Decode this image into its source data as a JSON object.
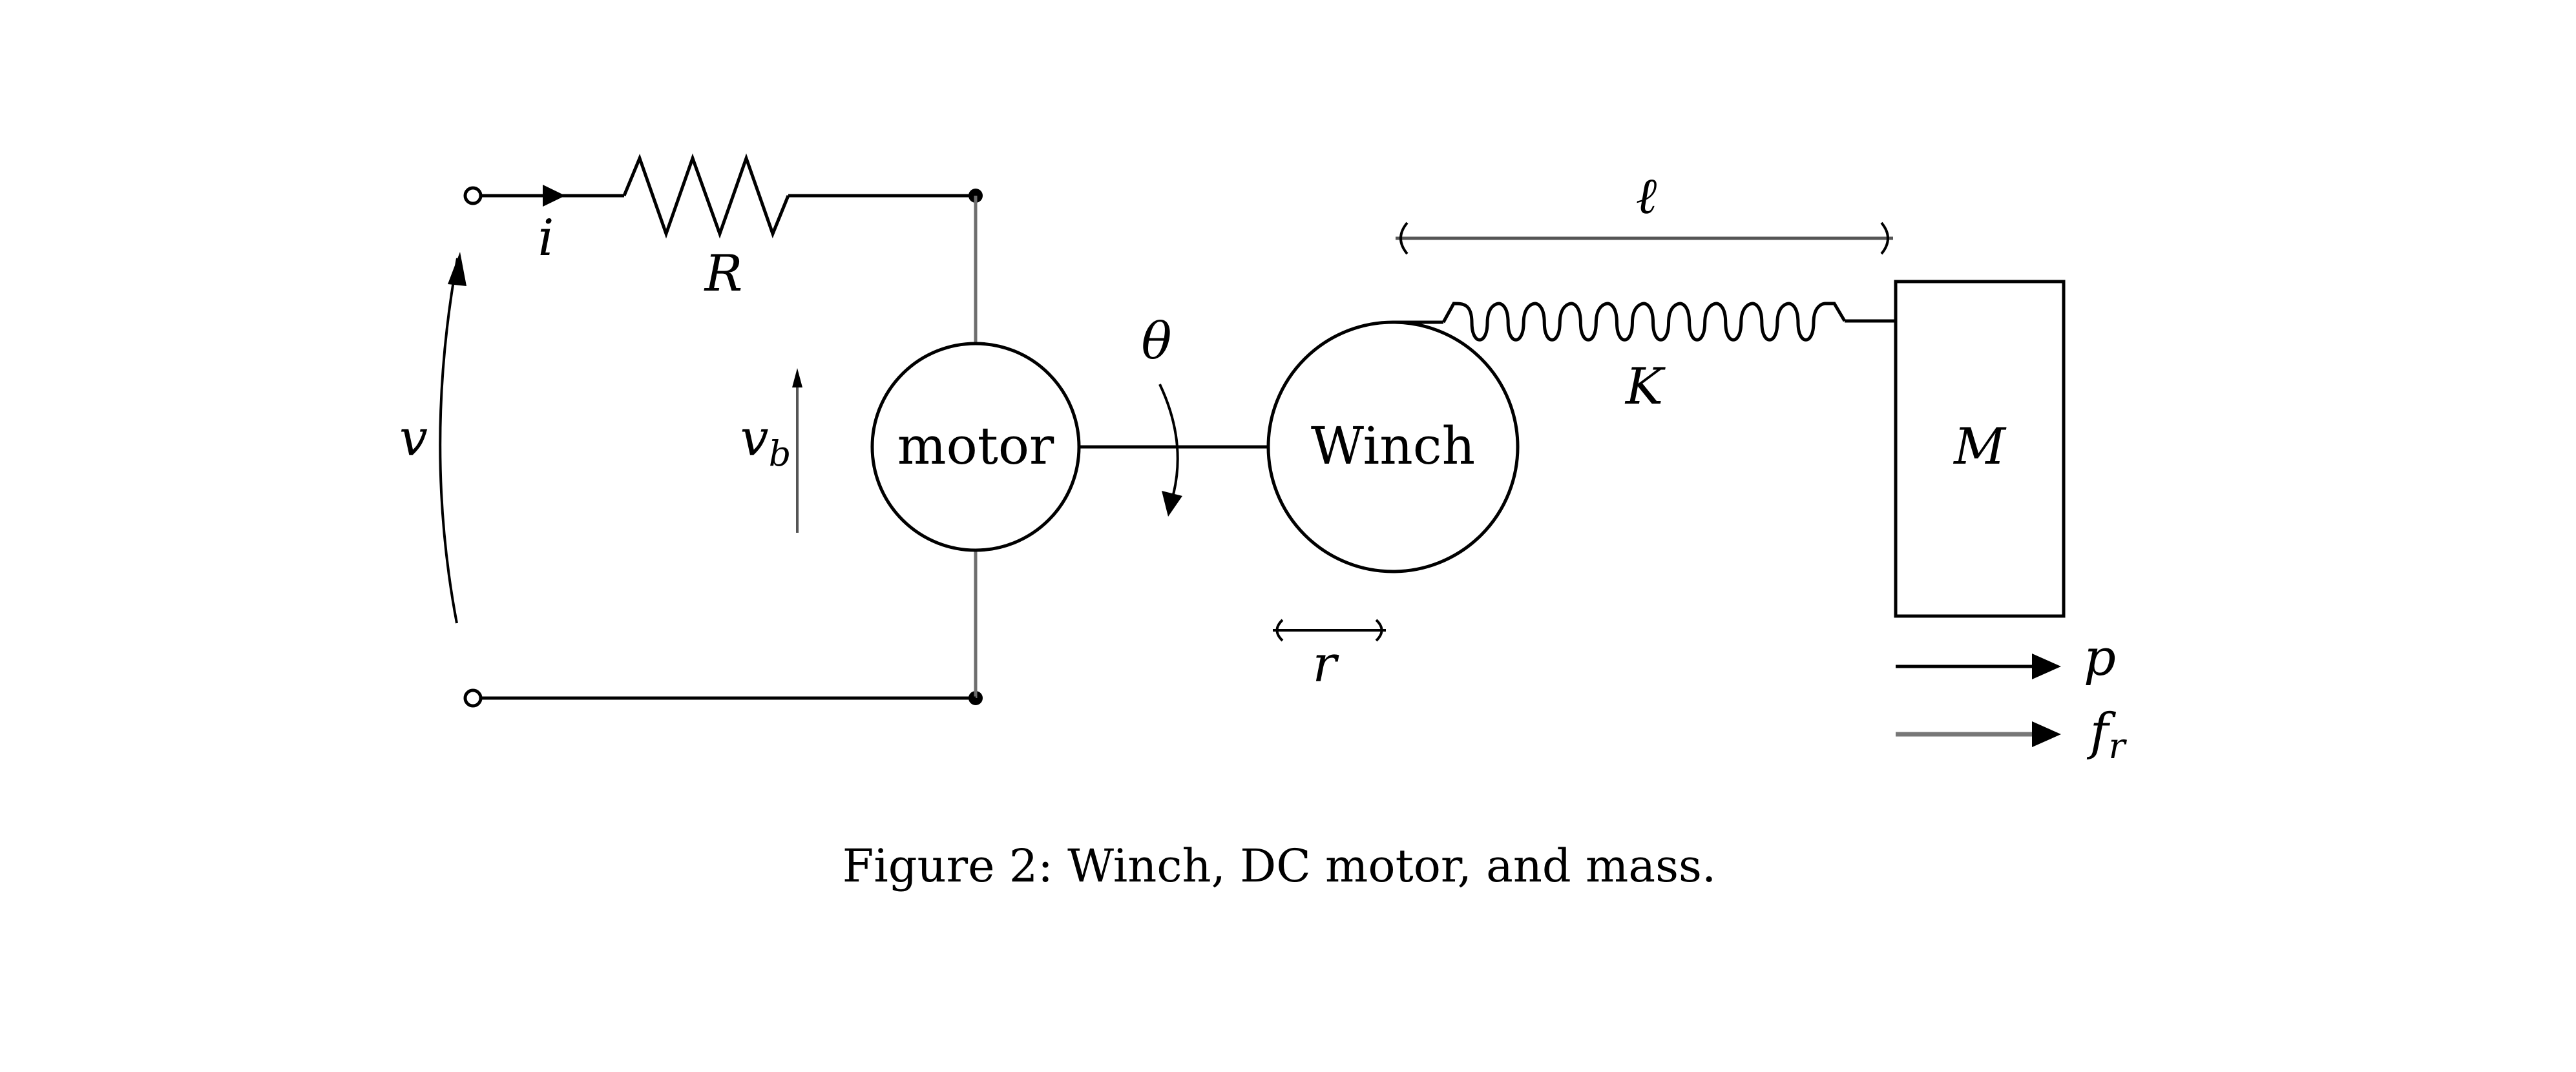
{
  "figure": {
    "caption": "Figure 2: Winch, DC motor, and mass.",
    "components": {
      "motor": "motor",
      "winch": "Winch",
      "mass": "M"
    },
    "symbols": {
      "current": "i",
      "resistance": "R",
      "voltage": "v",
      "back_emf": "v",
      "back_emf_sub": "b",
      "angle": "θ",
      "spring_constant": "K",
      "length": "ℓ",
      "radius": "r",
      "position": "p",
      "friction_force": "f",
      "friction_force_sub": "r"
    }
  }
}
